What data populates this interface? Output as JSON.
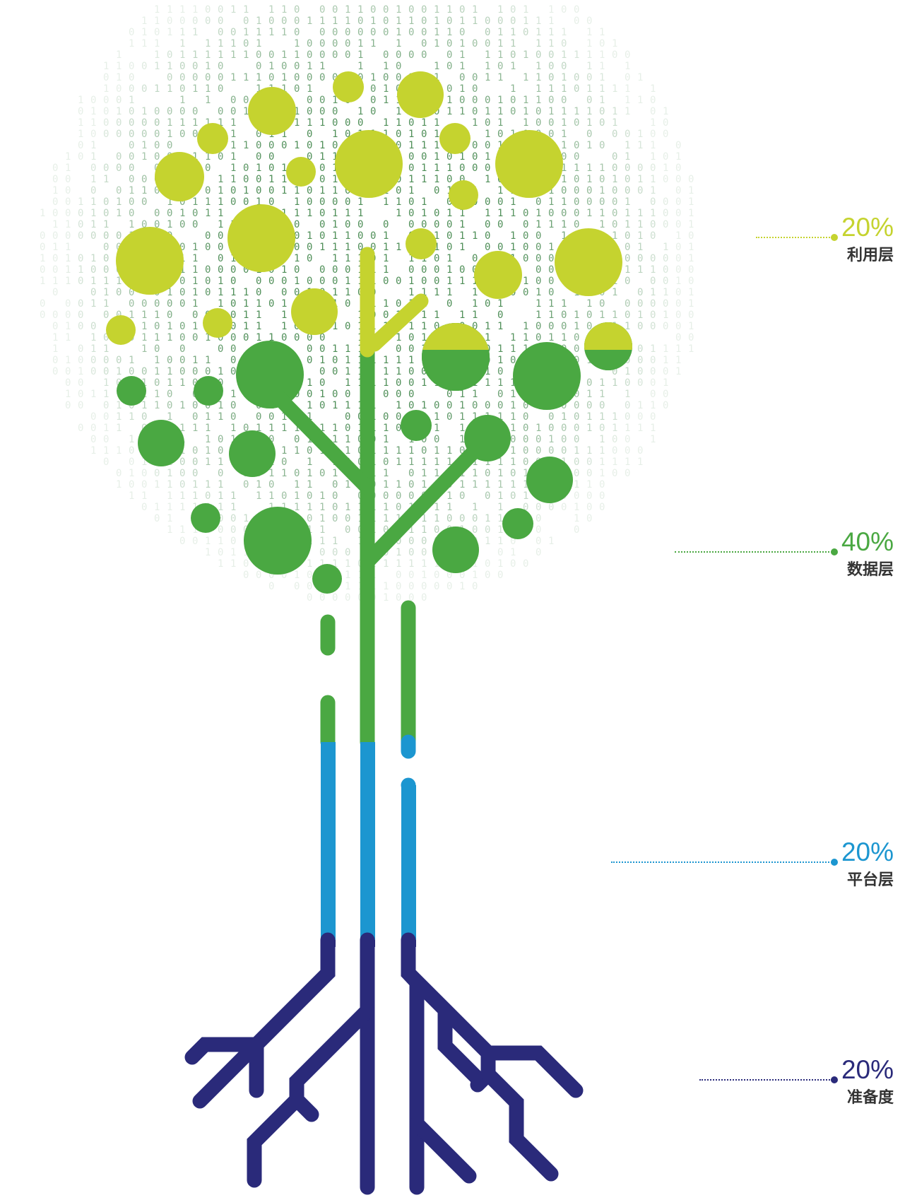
{
  "layers": [
    {
      "percent": "20%",
      "label": "利用层",
      "color": "#c5d32f"
    },
    {
      "percent": "40%",
      "label": "数据层",
      "color": "#4aa842"
    },
    {
      "percent": "20%",
      "label": "平台层",
      "color": "#1c96d0"
    },
    {
      "percent": "20%",
      "label": "准备度",
      "color": "#2a2a7a"
    }
  ],
  "binary_color": "#2f7a3a"
}
